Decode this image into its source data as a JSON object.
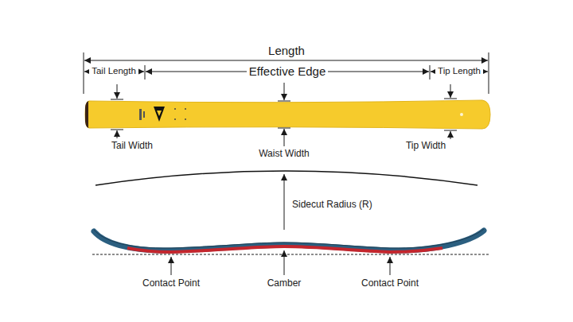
{
  "diagram": {
    "labels": [
      "Length",
      "Tail Length",
      "Effective Edge",
      "Tip Length",
      "Tail Width",
      "Waist Width",
      "Tip Width",
      "Sidecut Radius (R)",
      "Contact Point",
      "Camber",
      "Contact Point"
    ]
  }
}
